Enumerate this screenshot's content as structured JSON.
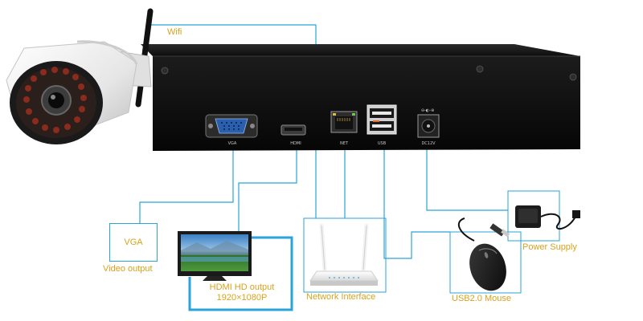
{
  "labels": {
    "wifi": "Wifi",
    "vga_box": "VGA",
    "video_output": "Video output",
    "hdmi_line1": "HDMI HD output",
    "hdmi_line2": "1920×1080P",
    "network": "Network Interface",
    "usb_mouse": "USB2.0 Mouse",
    "power": "Power Supply"
  },
  "ports": {
    "vga": "VGA",
    "hdmi": "HDMI",
    "net": "NET",
    "usb": "USB",
    "dc": "DC12V",
    "dc_symbol": "⊖-◐-⊕"
  },
  "colors": {
    "line": "#29a3d8",
    "label": "#d9a21b",
    "nvr_body": "#121212"
  },
  "icons": [
    "camera-icon",
    "nvr-device",
    "router-icon",
    "monitor-icon",
    "mouse-icon",
    "power-adapter-icon"
  ]
}
